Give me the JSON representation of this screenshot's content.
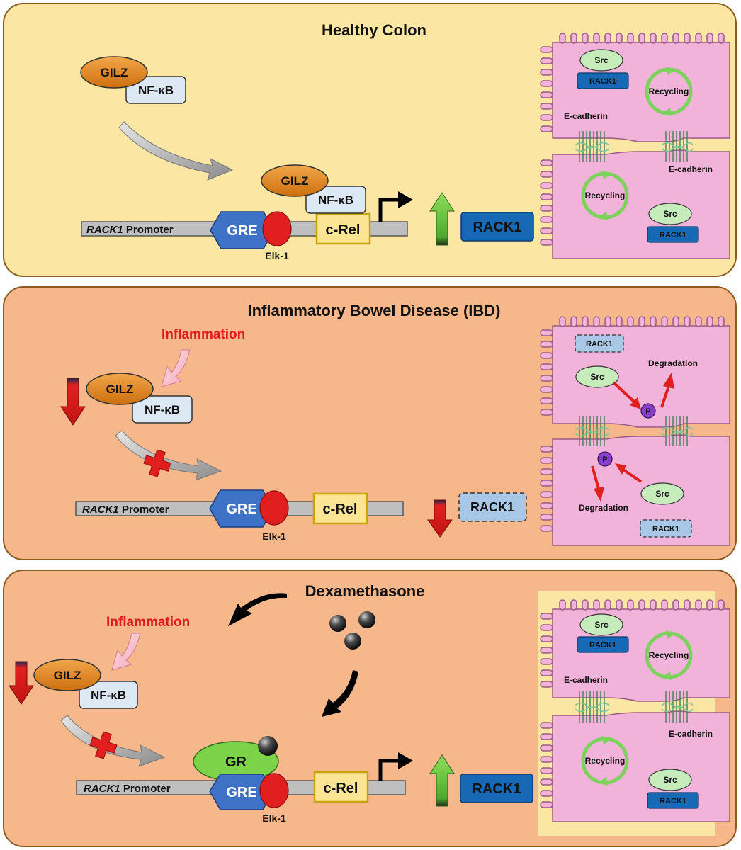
{
  "colors": {
    "healthy_bg": "#fbe6a3",
    "ibd_bg": "#f6b78b",
    "panel_border": "#8a5a1e",
    "gilz": "#e68a1c",
    "nfkb": "#dde8f5",
    "gre": "#3d72c7",
    "elk1": "#e21f1f",
    "crel": "#fbe493",
    "rack1": "#1769b5",
    "cell": "#f1b3da",
    "recycle": "#7bd35b",
    "src": "#c6ecbc",
    "gr": "#7cd34a",
    "inflammation": "#e11b1b"
  },
  "panels": {
    "healthy": {
      "title": "Healthy Colon",
      "gilz": "GILZ",
      "nfkb": "NF-κB",
      "promoter_gene": "RACK1",
      "promoter_word": "Promoter",
      "gre": "GRE",
      "elk1": "Elk-1",
      "crel": "c-Rel",
      "rack1": "RACK1",
      "cell": {
        "src": "Src",
        "rack1": "RACK1",
        "recycling": "Recycling",
        "ecadherin": "E-cadherin"
      }
    },
    "ibd": {
      "title": "Inflammatory Bowel Disease (IBD)",
      "inflammation": "Inflammation",
      "gilz": "GILZ",
      "nfkb": "NF-κB",
      "promoter_gene": "RACK1",
      "promoter_word": "Promoter",
      "gre": "GRE",
      "elk1": "Elk-1",
      "crel": "c-Rel",
      "rack1": "RACK1",
      "cell": {
        "rack1": "RACK1",
        "src": "Src",
        "degradation": "Degradation",
        "phospho": "P"
      }
    },
    "dex": {
      "title": "Dexamethasone",
      "inflammation": "Inflammation",
      "gilz": "GILZ",
      "nfkb": "NF-κB",
      "gr": "GR",
      "promoter_gene": "RACK1",
      "promoter_word": "Promoter",
      "gre": "GRE",
      "elk1": "Elk-1",
      "crel": "c-Rel",
      "rack1": "RACK1",
      "cell": {
        "src": "Src",
        "rack1": "RACK1",
        "recycling": "Recycling",
        "ecadherin": "E-cadherin"
      }
    }
  }
}
